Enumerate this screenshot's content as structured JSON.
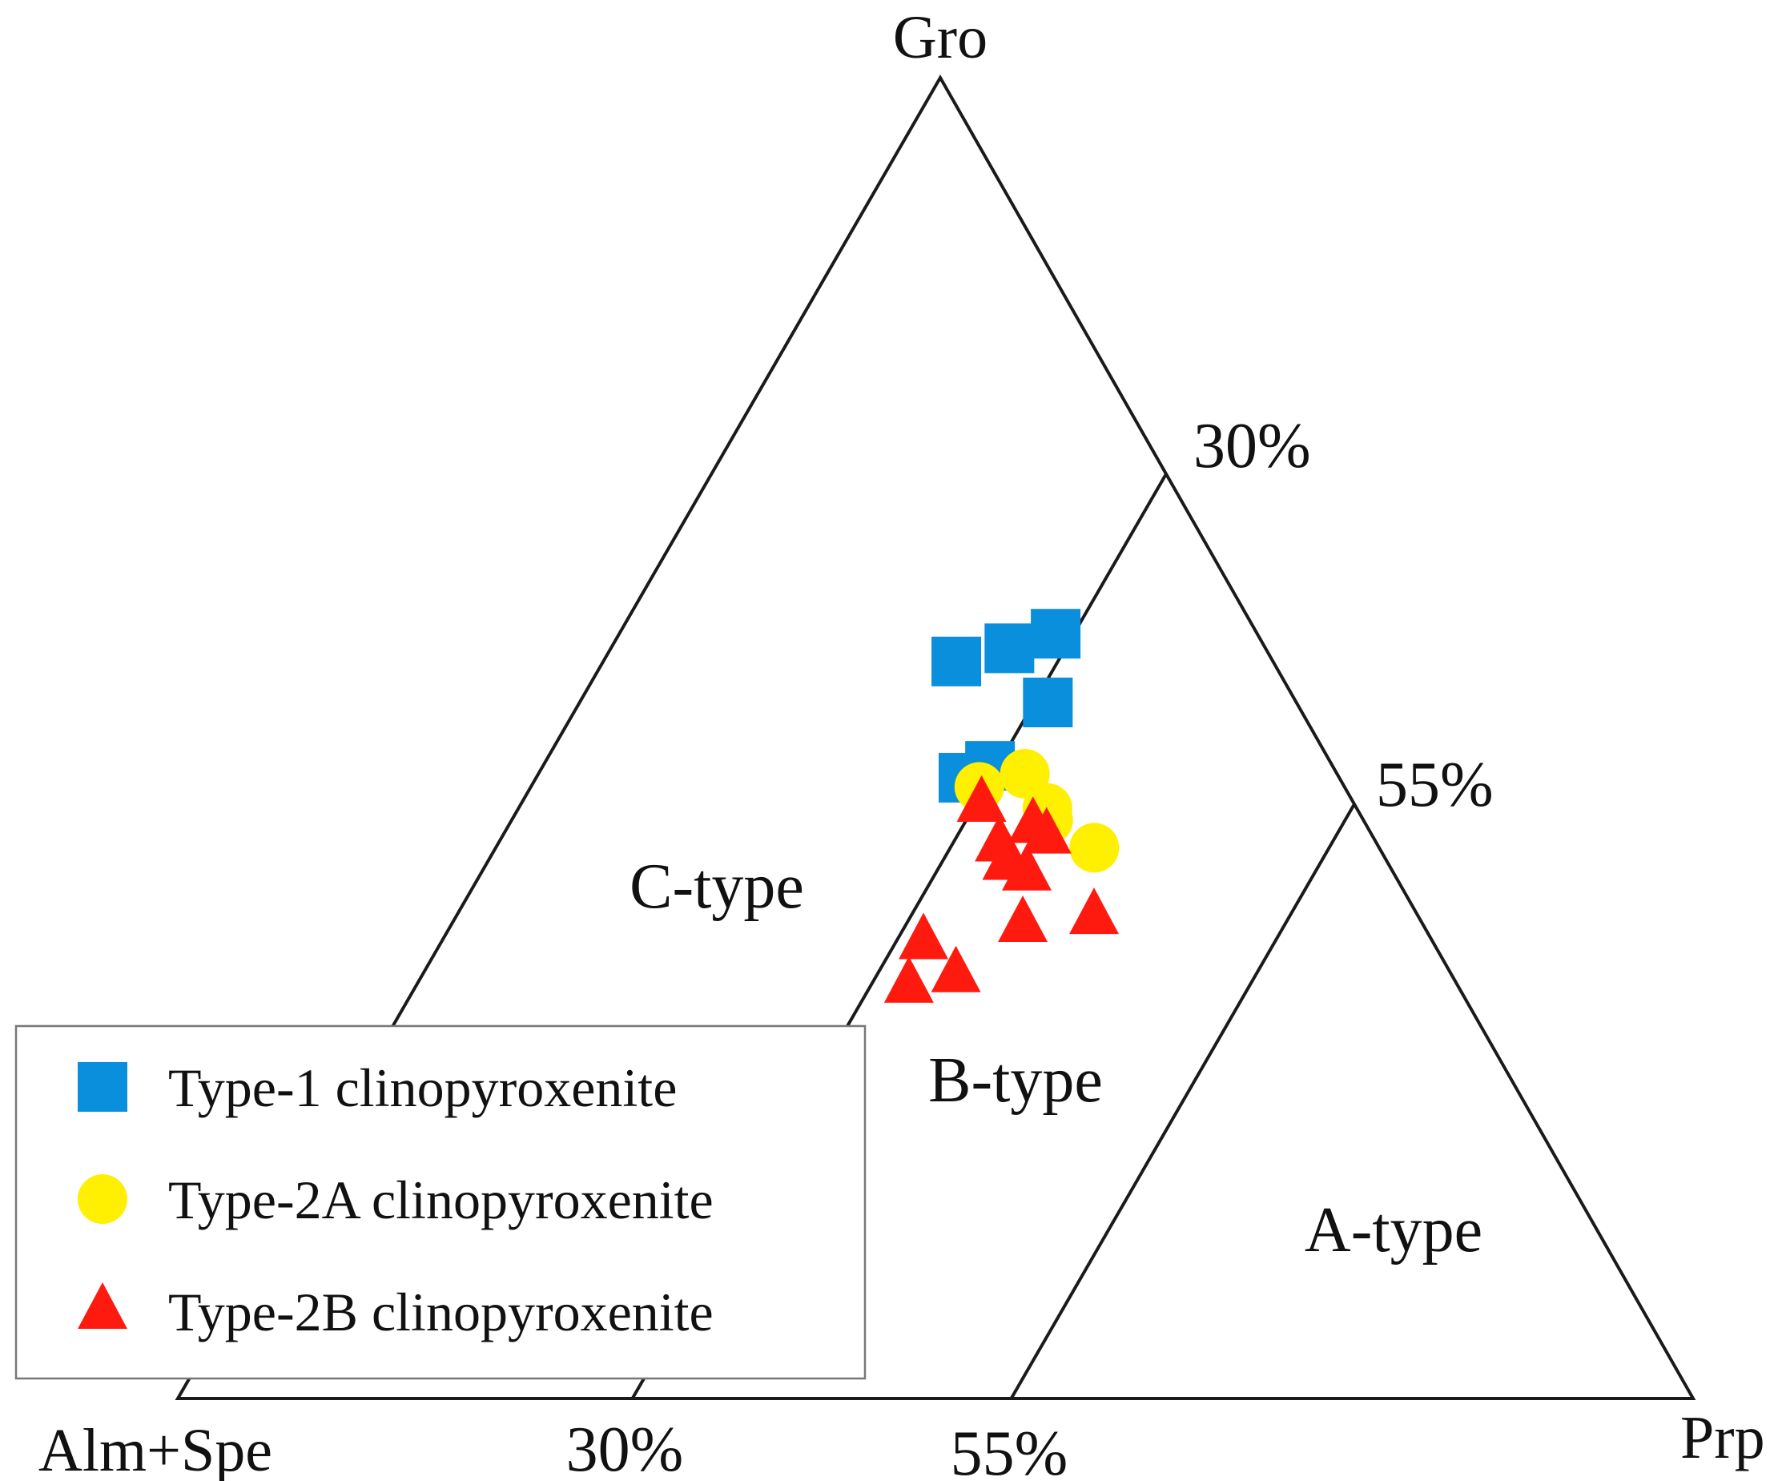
{
  "chart_data": {
    "type": "ternary-scatter",
    "vertices": {
      "top": "Gro",
      "left": "Alm+Spe",
      "right": "Prp"
    },
    "tick_labels": {
      "bottom": [
        "30%",
        "55%"
      ],
      "right": [
        "30%",
        "55%"
      ]
    },
    "boundaries": {
      "prp_percent": [
        30,
        55
      ]
    },
    "regions": [
      "C-type",
      "B-type",
      "A-type"
    ],
    "legend_position": "bottom-left",
    "series": [
      {
        "name": "Type-1 clinopyroxenite",
        "marker": "square",
        "color": "#0a8fdc",
        "points": [
          {
            "prp": 23.3,
            "gro": 55.8
          },
          {
            "prp": 26.3,
            "gro": 56.8
          },
          {
            "prp": 28.8,
            "gro": 57.9
          },
          {
            "prp": 30.9,
            "gro": 52.7
          },
          {
            "prp": 29.5,
            "gro": 47.9
          },
          {
            "prp": 28.2,
            "gro": 47.0
          }
        ]
      },
      {
        "name": "Type-2A clinopyroxenite",
        "marker": "circle",
        "color": "#ffef00",
        "points": [
          {
            "prp": 29.6,
            "gro": 46.3
          },
          {
            "prp": 32.1,
            "gro": 47.3
          },
          {
            "prp": 34.9,
            "gro": 44.7
          },
          {
            "prp": 35.4,
            "gro": 43.8
          },
          {
            "prp": 39.5,
            "gro": 41.7
          }
        ]
      },
      {
        "name": "Type-2B clinopyroxenite",
        "marker": "triangle",
        "color": "#ff1a10",
        "points": [
          {
            "prp": 30.4,
            "gro": 45.0
          },
          {
            "prp": 33.1,
            "gro": 42.0
          },
          {
            "prp": 34.6,
            "gro": 43.4
          },
          {
            "prp": 35.9,
            "gro": 42.6
          },
          {
            "prp": 34.3,
            "gro": 40.6
          },
          {
            "prp": 36.0,
            "gro": 39.8
          },
          {
            "prp": 37.7,
            "gro": 35.9
          },
          {
            "prp": 42.1,
            "gro": 36.5
          },
          {
            "prp": 31.8,
            "gro": 34.6
          },
          {
            "prp": 32.5,
            "gro": 31.3
          },
          {
            "prp": 35.2,
            "gro": 32.1
          }
        ]
      }
    ]
  }
}
